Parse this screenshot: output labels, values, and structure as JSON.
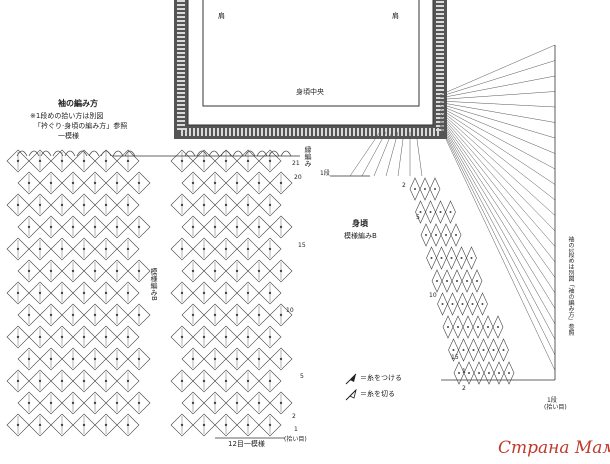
{
  "yoke": {
    "shoulder_left": "肩",
    "shoulder_right": "肩",
    "front_center": "身頃中央"
  },
  "sleeve": {
    "title": "袖の編み方",
    "note_line1": "※1段めの拾い方は別図",
    "note_line2": "「衿ぐり·身頃の編み方」参照",
    "repeat_label": "一模様",
    "border_label": "縁編み",
    "pattern_label": "模様編みB",
    "row_numbers": [
      "21",
      "20",
      "15",
      "10",
      "5",
      "2",
      "1"
    ],
    "bottom_note": "12目一模様",
    "pickup_note": "(拾い目)"
  },
  "body": {
    "title": "身頃",
    "pattern_label": "模様編みB",
    "row_numbers": [
      "1段",
      "2",
      "5",
      "10",
      "15",
      "1",
      "2"
    ],
    "row1_bottom": "1段",
    "pickup_note": "(拾い目)",
    "side_note": "袖の1段めは別図「袖の編み方」参照"
  },
  "legend": {
    "join_yarn": "＝糸をつける",
    "cut_yarn": "＝糸を切る"
  },
  "watermark": {
    "text": "Страна Мам",
    "color": "#c0392b"
  }
}
